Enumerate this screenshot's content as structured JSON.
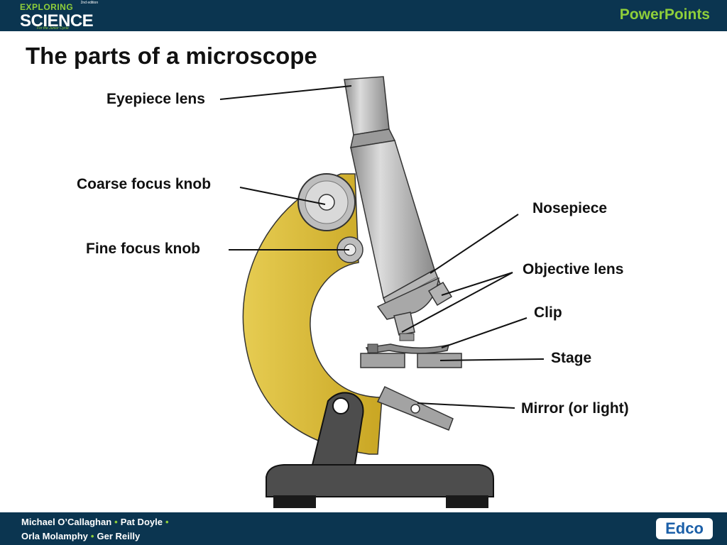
{
  "header": {
    "logo_top": "EXPLORING",
    "logo_edition": "2nd edition",
    "logo_main": "SCIENCE",
    "logo_sub": "For the Junior Cycle",
    "right_label": "PowerPoints"
  },
  "slide": {
    "title": "The parts of a microscope",
    "labels": {
      "eyepiece": "Eyepiece lens",
      "coarse_focus": "Coarse focus knob",
      "fine_focus": "Fine focus knob",
      "nosepiece": "Nosepiece",
      "objective": "Objective lens",
      "clip": "Clip",
      "stage": "Stage",
      "mirror": "Mirror (or light)"
    }
  },
  "footer": {
    "author_line1_a": "Michael O’Callaghan",
    "author_line1_b": "Pat Doyle",
    "author_line2_a": "Orla Molamphy",
    "author_line2_b": "Ger Reilly",
    "separator": "•",
    "publisher": "Edco"
  },
  "colors": {
    "bar": "#0b3550",
    "accent_green": "#8fcf3a",
    "arm_yellow": "#d4b42c",
    "metal_grey": "#a9a9a9",
    "base_dark": "#4a4a4a"
  }
}
